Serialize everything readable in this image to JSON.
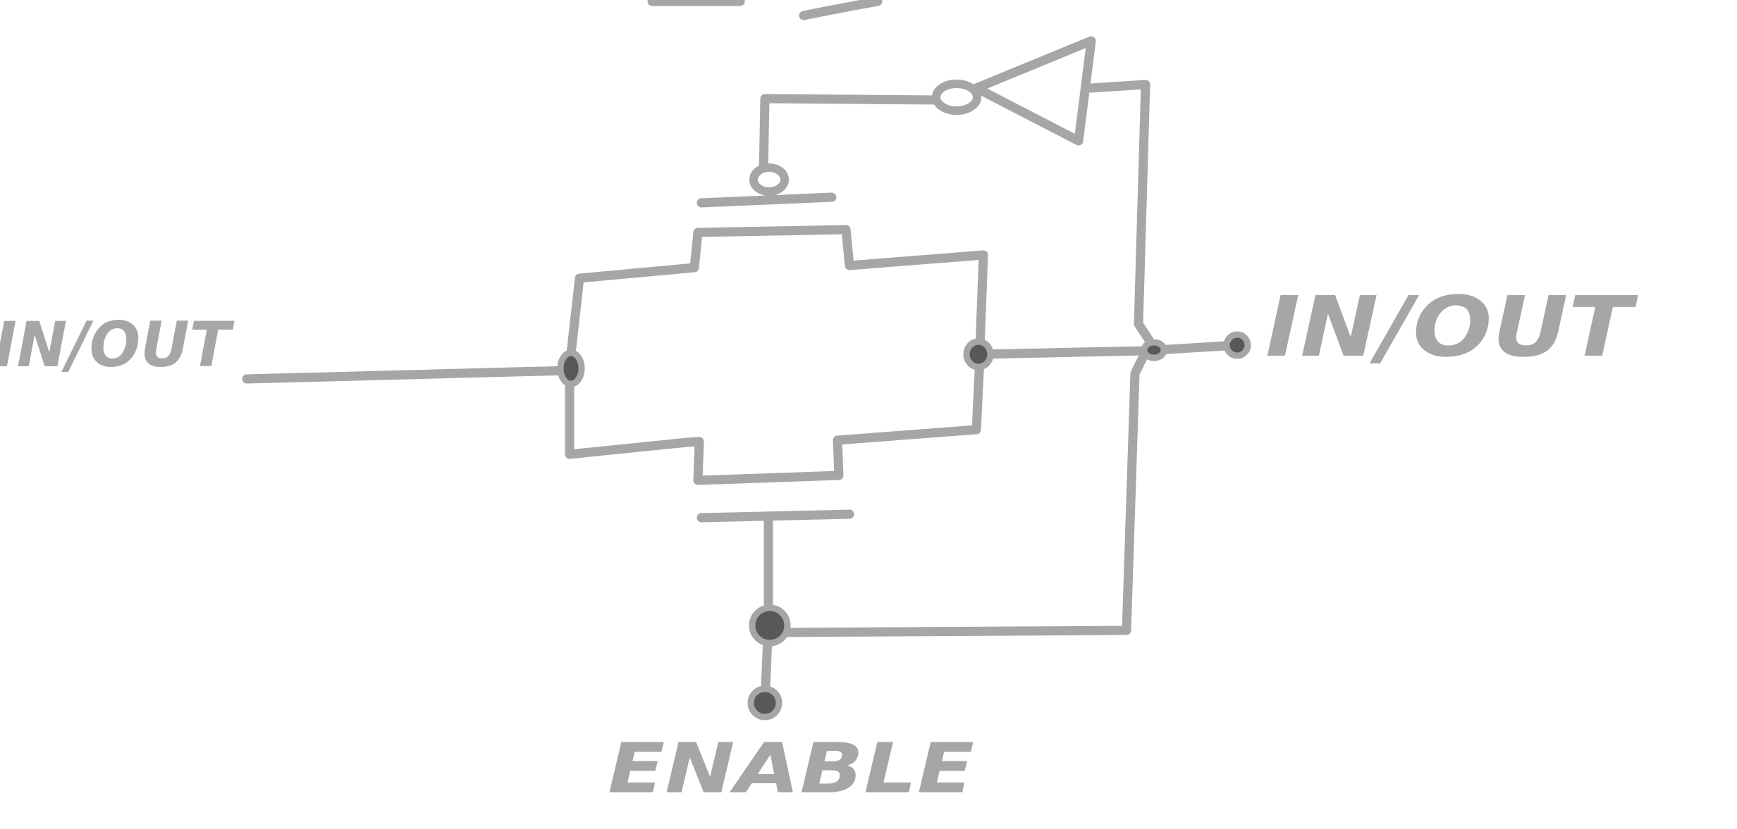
{
  "diagram": {
    "labels": {
      "left_port": "IN/OUT",
      "right_port": "IN/OUT",
      "enable": "ENABLE"
    },
    "colors": {
      "ink": "#a6a6a6",
      "node_fill": "#585858",
      "background": "#ffffff"
    }
  }
}
